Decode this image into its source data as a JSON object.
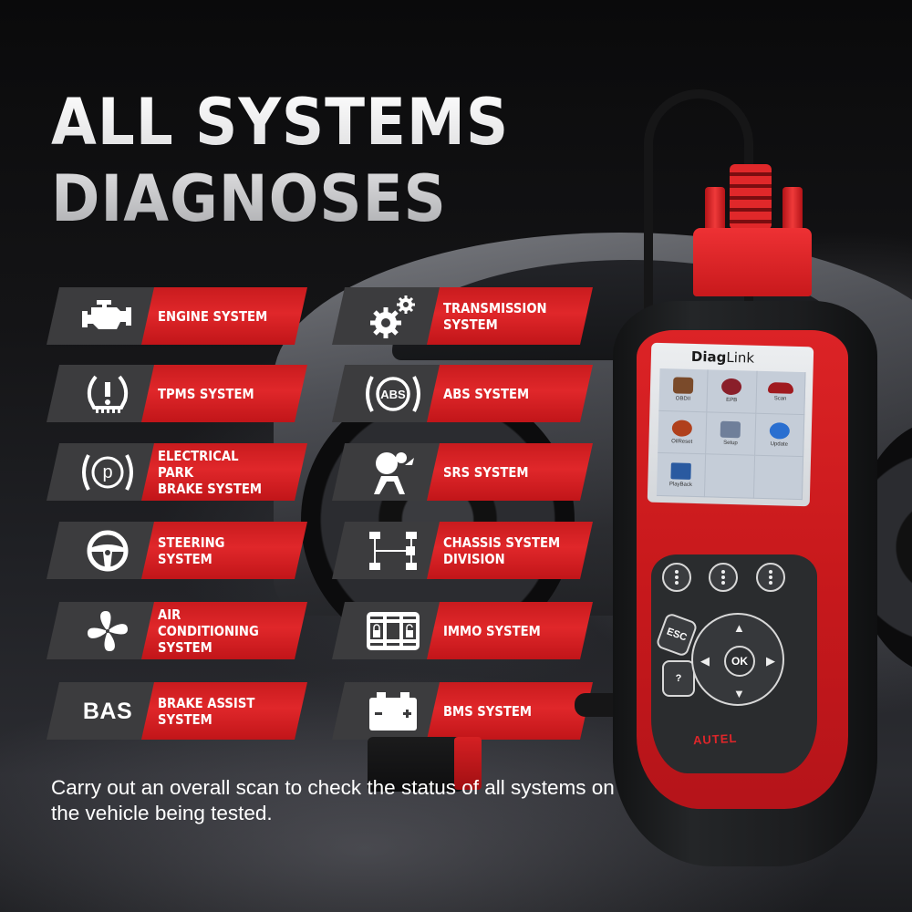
{
  "headline": {
    "line1": "ALL SYSTEMS",
    "line2": "DIAGNOSES"
  },
  "colors": {
    "accent_red": "#d92326",
    "panel_gray": "#3c3c3e",
    "background": "#0b0b0c",
    "text": "#ffffff"
  },
  "systems": [
    {
      "label": "ENGINE SYSTEM",
      "icon": "engine-icon"
    },
    {
      "label": "TRANSMISSION\nSYSTEM",
      "icon": "gears-icon"
    },
    {
      "label": "TPMS SYSTEM",
      "icon": "tpms-icon"
    },
    {
      "label": "ABS SYSTEM",
      "icon": "abs-icon"
    },
    {
      "label": "ELECTRICAL PARK\nBRAKE SYSTEM",
      "icon": "park-brake-icon"
    },
    {
      "label": "SRS SYSTEM",
      "icon": "airbag-icon"
    },
    {
      "label": "STEERING SYSTEM",
      "icon": "steering-wheel-icon"
    },
    {
      "label": "CHASSIS SYSTEM\nDIVISION",
      "icon": "chassis-icon"
    },
    {
      "label": "AIR CONDITIONING\nSYSTEM",
      "icon": "fan-icon"
    },
    {
      "label": "IMMO SYSTEM",
      "icon": "immobilizer-icon"
    },
    {
      "label": "BRAKE ASSIST\nSYSTEM",
      "icon": "bas-text-icon",
      "icon_text": "BAS"
    },
    {
      "label": "BMS SYSTEM",
      "icon": "battery-icon"
    }
  ],
  "description": "Carry out an overall scan to check the status of all systems on the vehicle being tested.",
  "device": {
    "brand": "AUTEL",
    "screen_title_bold": "Diag",
    "screen_title_light": "Link",
    "menu": [
      {
        "label": "OBDII",
        "color": "#7a4a2a"
      },
      {
        "label": "EPB",
        "color": "#8a1f2a"
      },
      {
        "label": "Scan",
        "color": "#a01a1f"
      },
      {
        "label": "OilReset",
        "color": "#b0401c"
      },
      {
        "label": "Setup",
        "color": "#6f7f9a"
      },
      {
        "label": "Update",
        "color": "#2a6fd0"
      },
      {
        "label": "PlayBack",
        "color": "#2a5aa0"
      }
    ],
    "keys": {
      "esc": "ESC",
      "help": "?",
      "ok": "OK",
      "up": "▲",
      "down": "▼",
      "left": "◀",
      "right": "▶"
    }
  }
}
